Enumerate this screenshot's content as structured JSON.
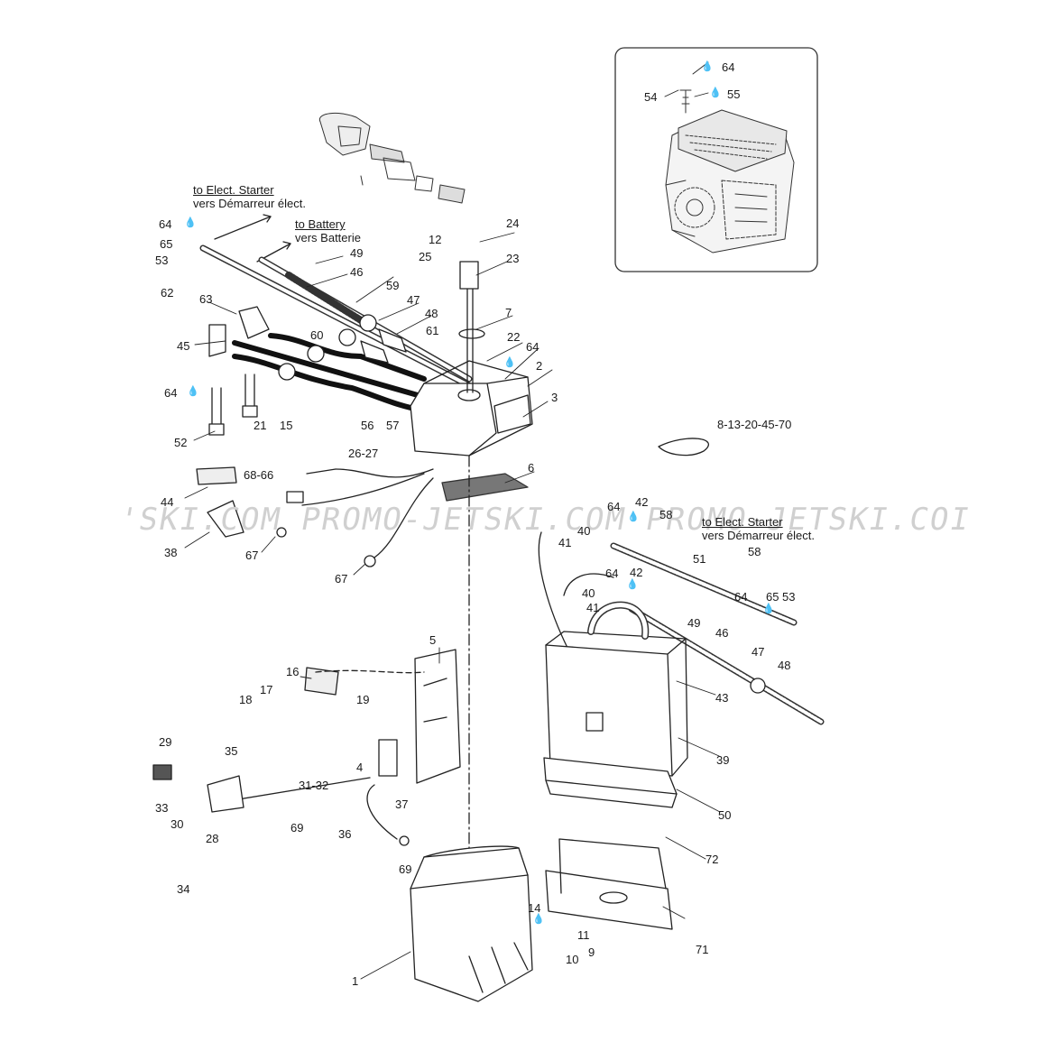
{
  "watermark": {
    "text": "'SKI.COM   PROMO-JETSKI.COM   PROMO-JETSKI.COI"
  },
  "notes": {
    "elect_starter_1": {
      "line1": "to Elect. Starter",
      "line2": "vers Démarreur élect."
    },
    "battery": {
      "line1": "to Battery",
      "line2": "vers Batterie"
    },
    "elect_starter_2": {
      "line1": "to Elect. Starter",
      "line2": "vers Démarreur élect."
    }
  },
  "callouts": {
    "c64_inset": "64",
    "c54": "54",
    "c55": "55",
    "c64_a": "64",
    "c65_a": "65",
    "c53_a": "53",
    "c62": "62",
    "c49_a": "49",
    "c46_a": "46",
    "c12": "12",
    "c25": "25",
    "c24": "24",
    "c23": "23",
    "c59": "59",
    "c47_a": "47",
    "c48_a": "48",
    "c63": "63",
    "c60": "60",
    "c61": "61",
    "c7": "7",
    "c22": "22",
    "c64_b": "64",
    "c2": "2",
    "c45": "45",
    "c3": "3",
    "c64_c": "64",
    "c52": "52",
    "c21": "21",
    "c15": "15",
    "c56": "56",
    "c57": "57",
    "c26_27": "26-27",
    "c6": "6",
    "c8_13": "8-13-20-45-70",
    "c44": "44",
    "c68_66": "68-66",
    "c38": "38",
    "c67_a": "67",
    "c67_b": "67",
    "c64_d": "64",
    "c42_a": "42",
    "c58_a": "58",
    "c40_a": "40",
    "c41_a": "41",
    "c51": "51",
    "c58_b": "58",
    "c64_e": "64",
    "c42_b": "42",
    "c40_b": "40",
    "c41_b": "41",
    "c64_f": "64",
    "c65_b": "65",
    "c53_b": "53",
    "c49_b": "49",
    "c46_b": "46",
    "c47_b": "47",
    "c48_b": "48",
    "c5": "5",
    "c16": "16",
    "c17": "17",
    "c18": "18",
    "c19": "19",
    "c43": "43",
    "c29": "29",
    "c35": "35",
    "c4": "4",
    "c39": "39",
    "c31_32": "31-32",
    "c33": "33",
    "c30": "30",
    "c37": "37",
    "c69_a": "69",
    "c28": "28",
    "c36": "36",
    "c50": "50",
    "c69_b": "69",
    "c72": "72",
    "c34": "34",
    "c14": "14",
    "c11": "11",
    "c9": "9",
    "c10": "10",
    "c1": "1",
    "c71": "71"
  },
  "icons": {
    "drop": "oil-drop-icon",
    "tie": "cable-tie-icon"
  }
}
